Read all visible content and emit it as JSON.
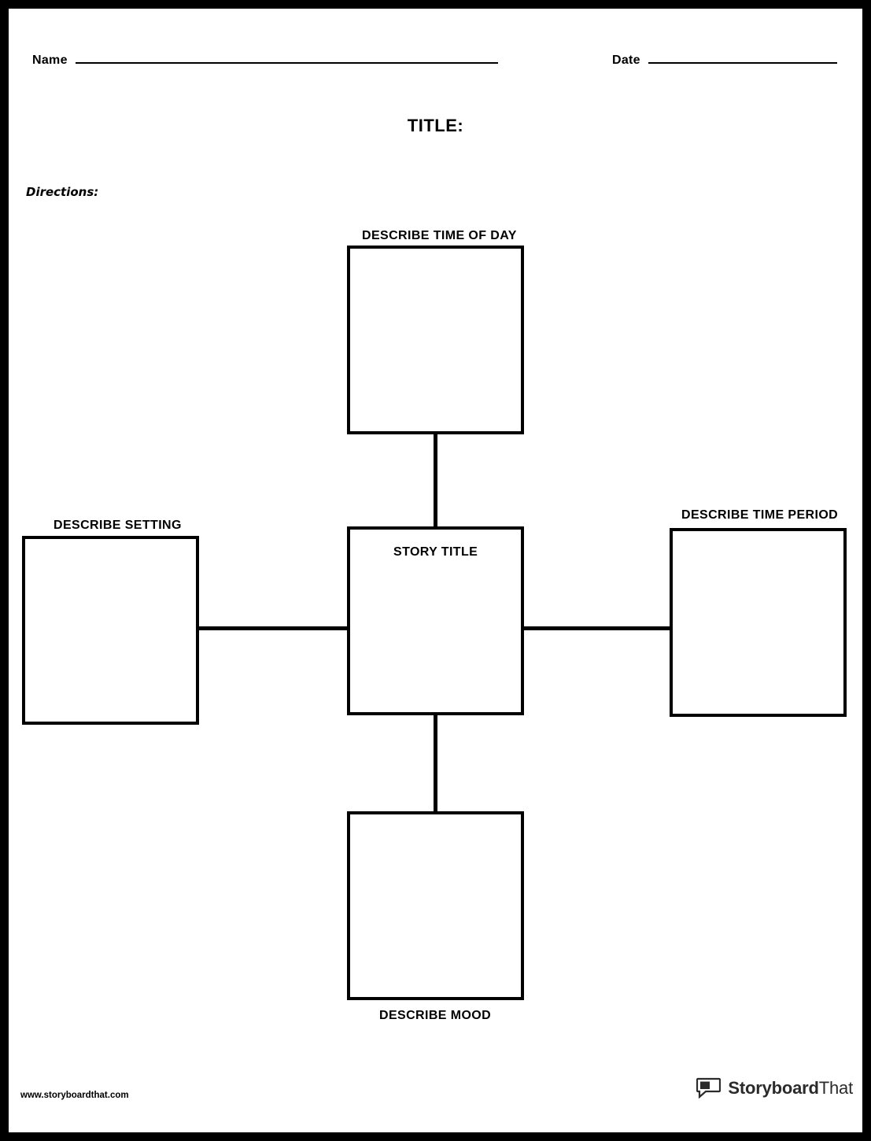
{
  "header": {
    "name_label": "Name",
    "date_label": "Date",
    "title_label": "TITLE:",
    "directions_label": "Directions:"
  },
  "diagram": {
    "top": {
      "label": "DESCRIBE TIME OF DAY"
    },
    "center": {
      "label": "STORY TITLE"
    },
    "left": {
      "label": "DESCRIBE SETTING"
    },
    "right": {
      "label": "DESCRIBE TIME PERIOD"
    },
    "bottom": {
      "label": "DESCRIBE MOOD"
    }
  },
  "footer": {
    "url": "www.storyboardthat.com",
    "brand_primary": "Storyboard",
    "brand_secondary": "That"
  },
  "colors": {
    "ink": "#000000",
    "brand_text": "#2b2b2b",
    "page_background": "#ffffff"
  }
}
